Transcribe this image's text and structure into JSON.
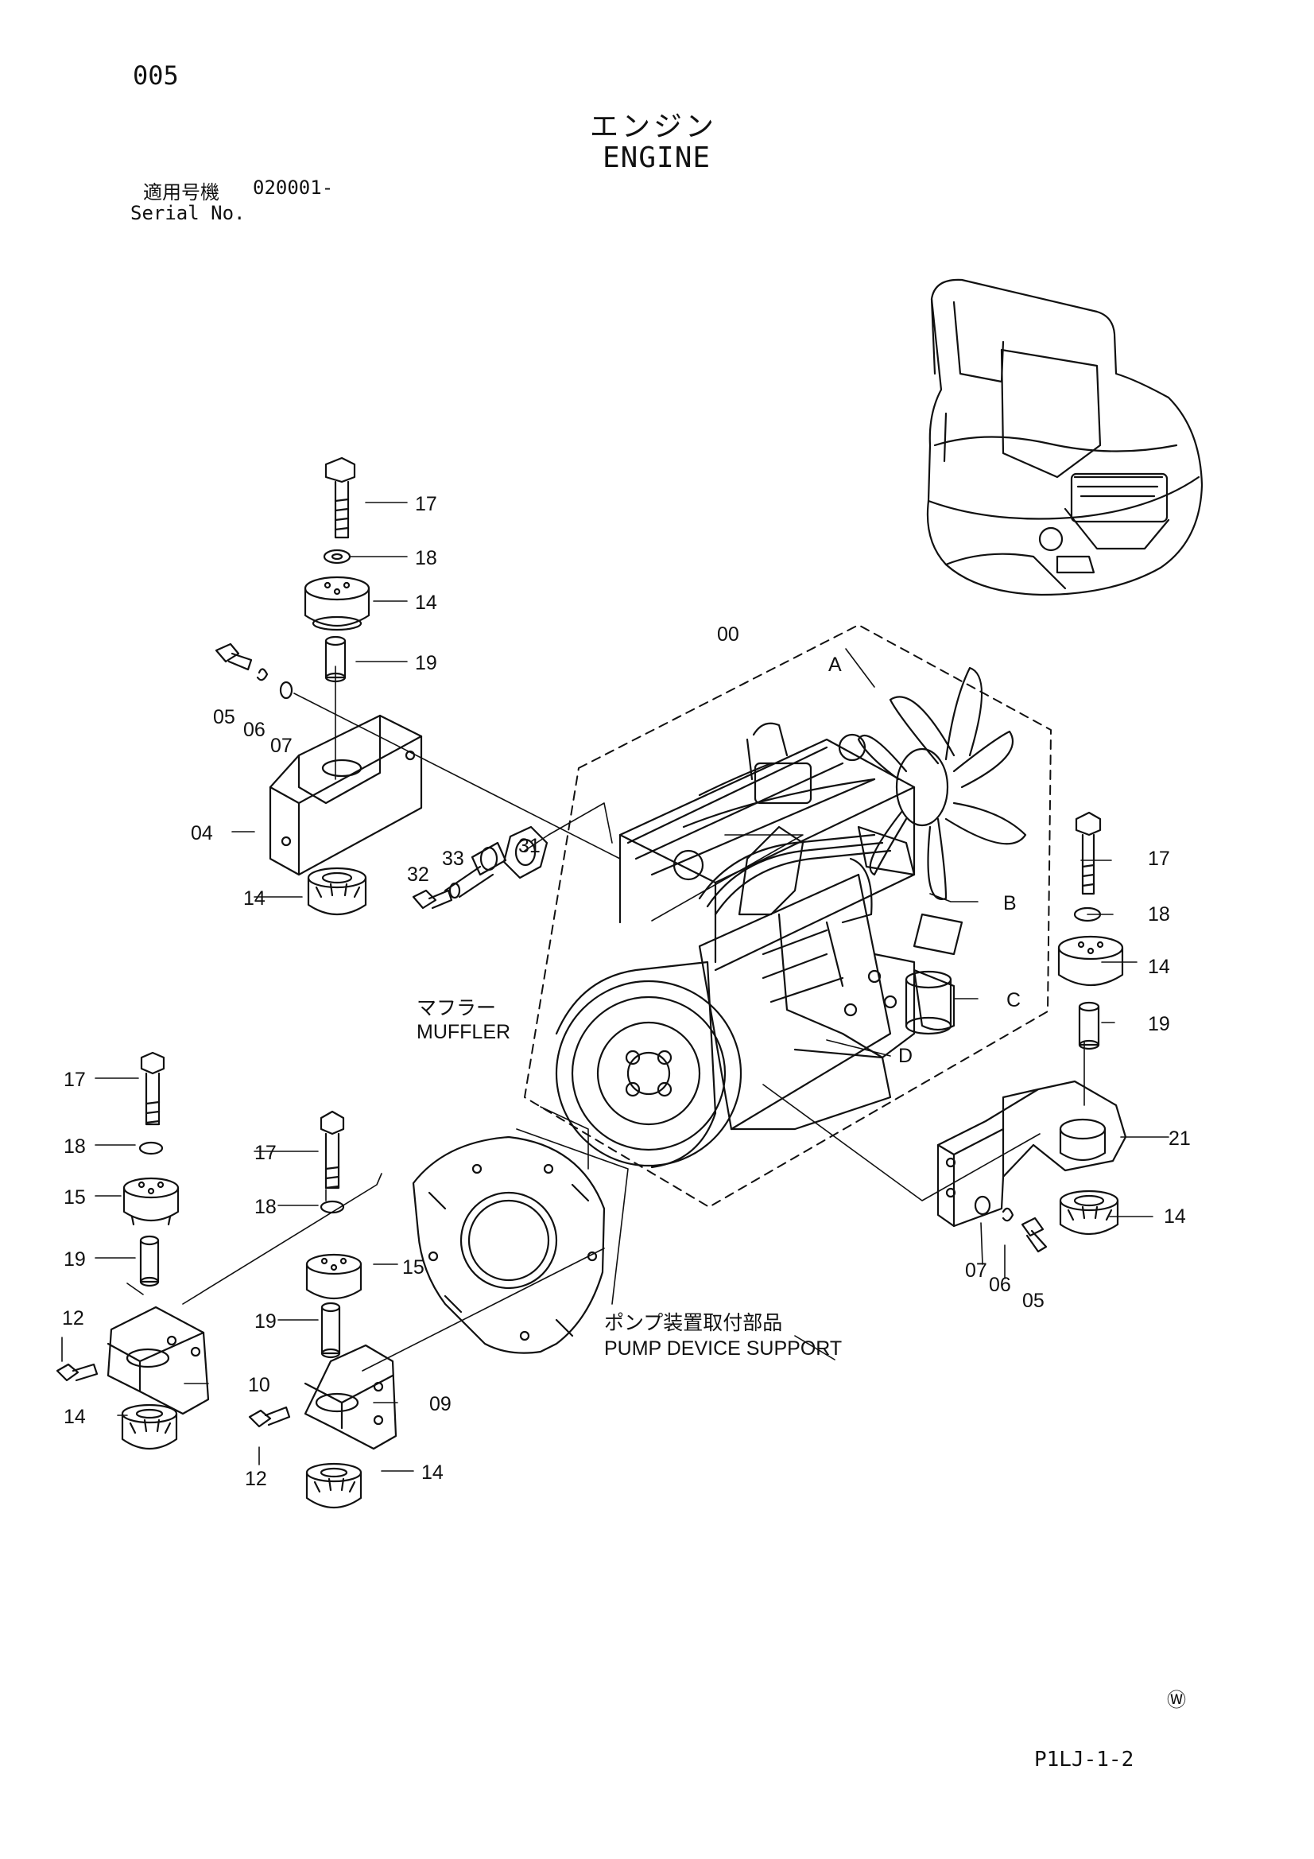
{
  "header": {
    "page_number": "005",
    "title_jp": "エンジン",
    "title_en": "ENGINE",
    "serial_label_jp": "適用号機",
    "serial_value": "020001-",
    "serial_label_en": "Serial No."
  },
  "labels": {
    "engine_assembly": "00",
    "fan": "A",
    "injection_pipes": "B",
    "oil_filter": "C",
    "oil_pan": "D",
    "muffler_jp": "マフラー",
    "muffler_en": "MUFFLER",
    "pump_support_jp": "ポンプ装置取付部品",
    "pump_support_en": "PUMP DEVICE SUPPORT",
    "part_04": "04",
    "part_05": "05",
    "part_06": "06",
    "part_07": "07",
    "part_09": "09",
    "part_10": "10",
    "part_12": "12",
    "part_14": "14",
    "part_15": "15",
    "part_17": "17",
    "part_18": "18",
    "part_19": "19",
    "part_21": "21",
    "part_31": "31",
    "part_32": "32",
    "part_33": "33"
  },
  "footer": {
    "watermark": "Ⓦ",
    "sheet_code": "P1LJ-1-2"
  }
}
